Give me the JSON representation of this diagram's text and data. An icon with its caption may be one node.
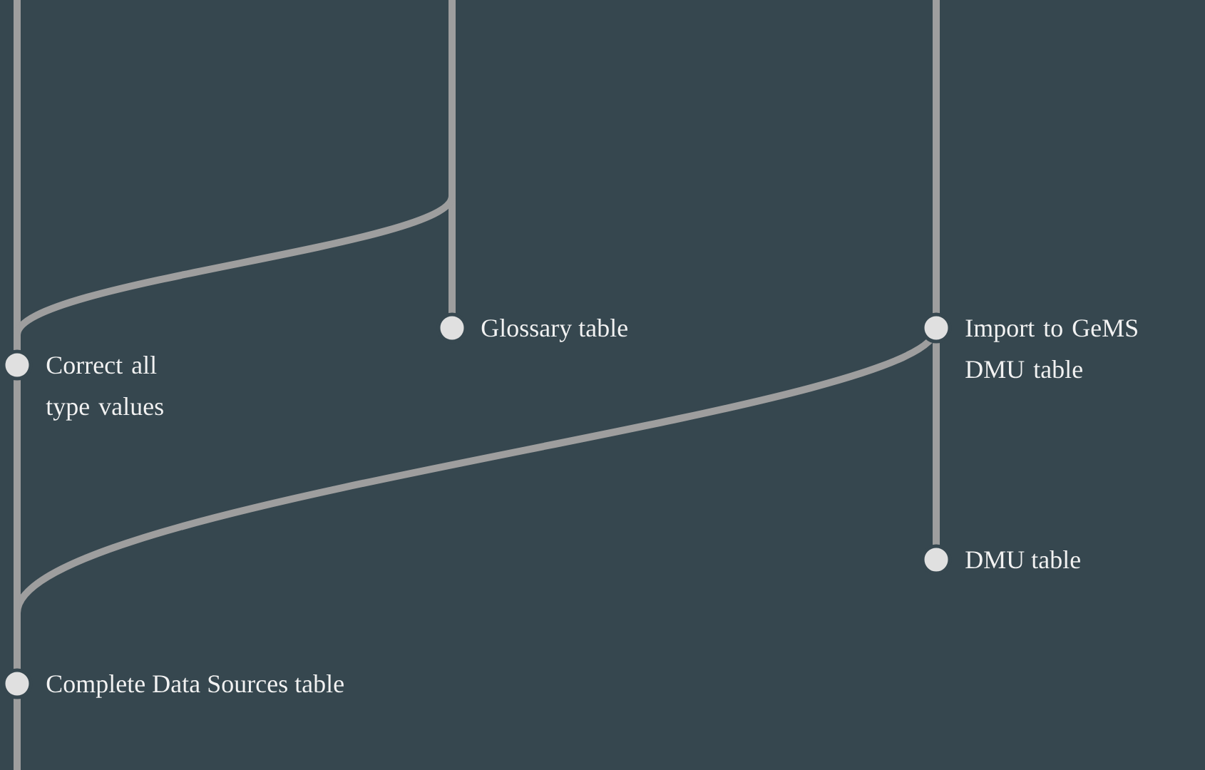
{
  "diagram": {
    "nodes": [
      {
        "text": [
          "Glossary table"
        ]
      },
      {
        "text": [
          "Import to GeMS DMU table"
        ]
      },
      {
        "text": [
          "Correct all type values"
        ]
      },
      {
        "text": [
          "DMU table"
        ]
      },
      {
        "text": [
          "Complete Data Sources table"
        ]
      }
    ],
    "edges": [
      {
        "from": null,
        "to": 2,
        "arrow": "none"
      },
      {
        "from": null,
        "to": 0,
        "arrow": "none"
      },
      {
        "from": null,
        "to": 2,
        "arrow": "none"
      },
      {
        "from": null,
        "to": 1,
        "arrow": "none"
      },
      {
        "from": 1,
        "to": 3,
        "arrow": "none"
      },
      {
        "from": 1,
        "to": 4,
        "arrow": "none"
      },
      {
        "from": 2,
        "to": 4,
        "arrow": "none"
      },
      {
        "from": 4,
        "to": null,
        "arrow": "none"
      }
    ]
  }
}
